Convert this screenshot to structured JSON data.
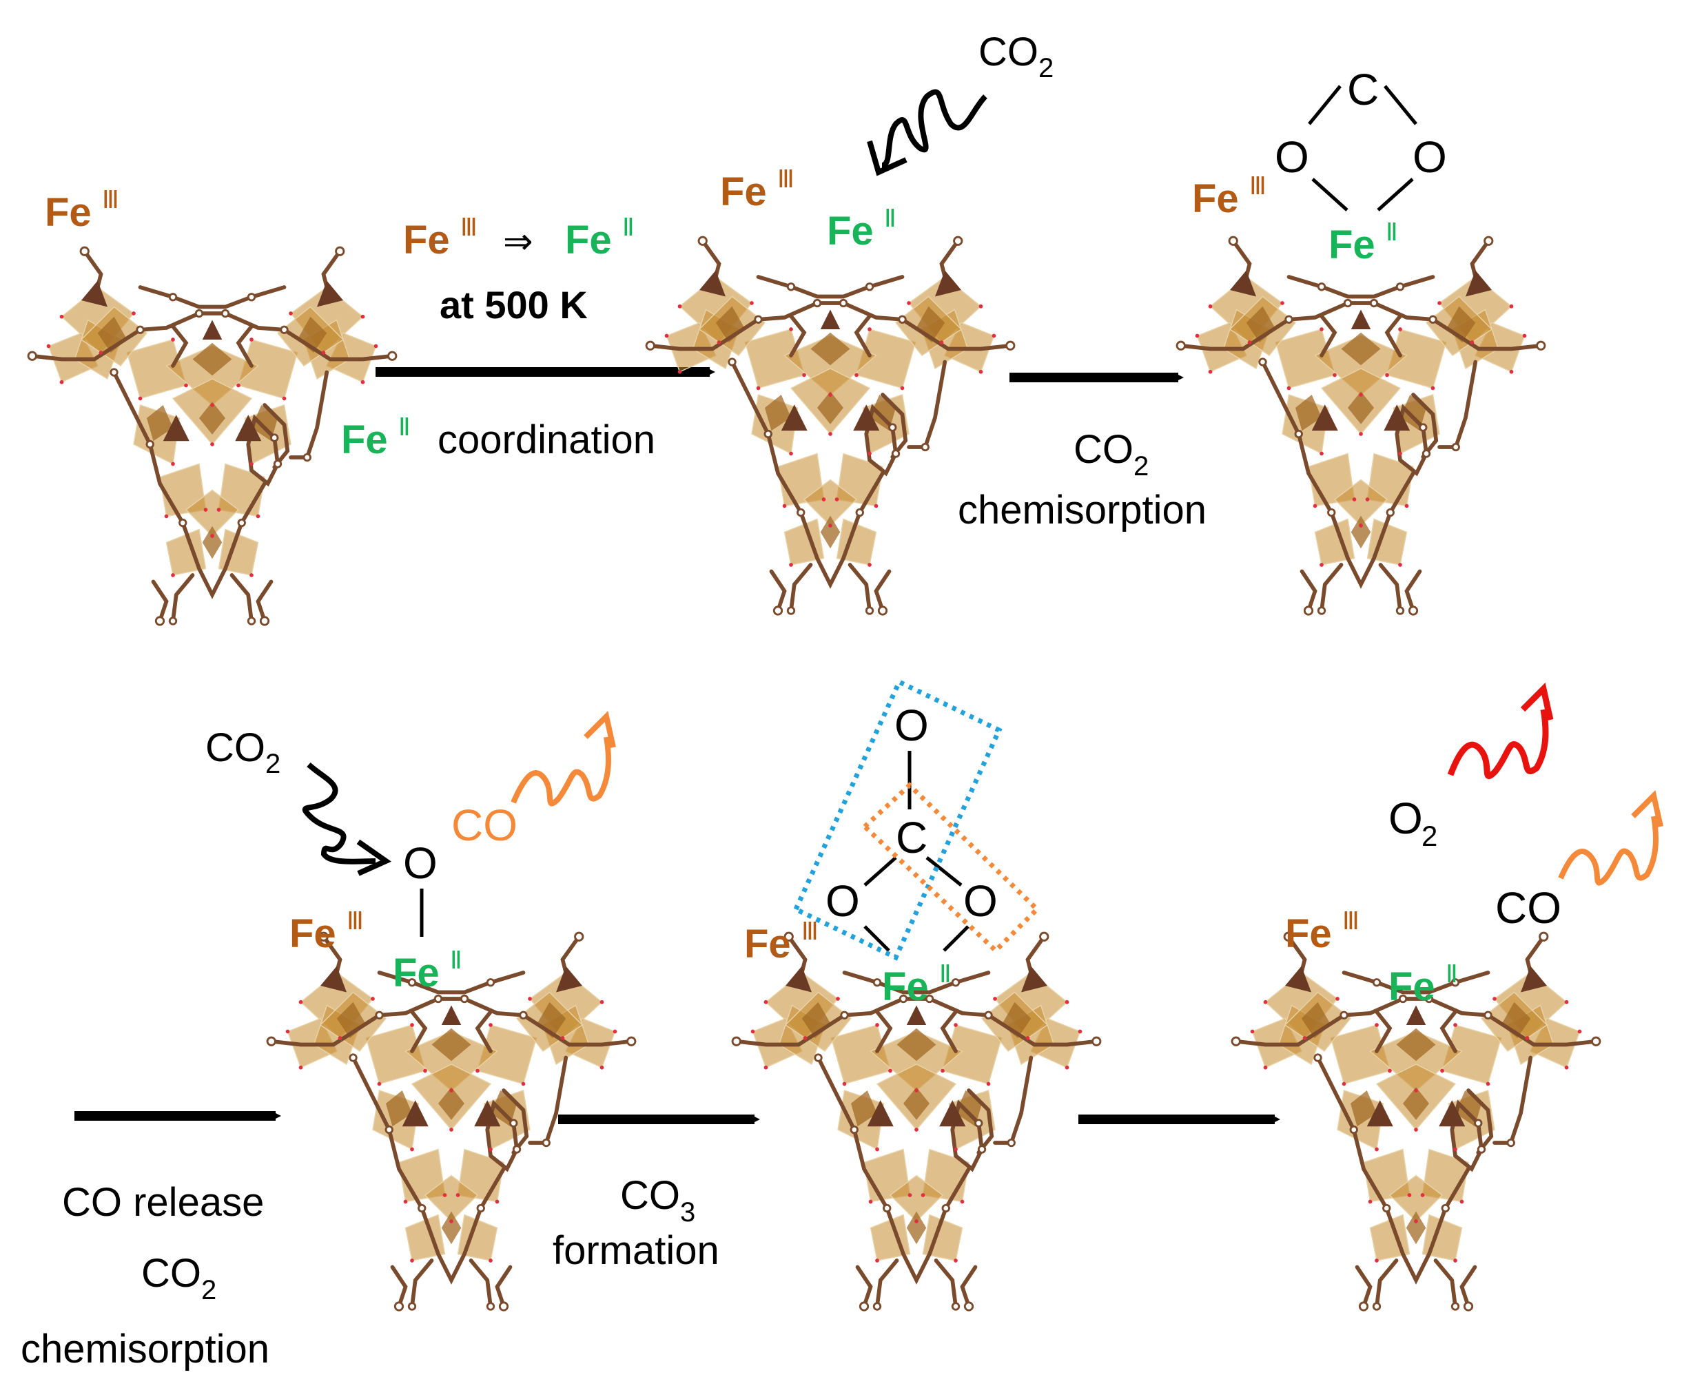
{
  "colors": {
    "fe3": "#b35a14",
    "fe2": "#18b45a",
    "black": "#000000",
    "co_release": "#f5893a",
    "o2_release": "#e8130f",
    "box_blue": "#22a2dc",
    "box_orange": "#f5893a",
    "mof_dark": "#7a4a2c",
    "mof_gold": "#c58a2e",
    "mof_red": "#e03040"
  },
  "labels": {
    "fe3": "Fe",
    "fe2": "Fe",
    "roman_3": "Ⅲ",
    "roman_2": "Ⅱ",
    "arrow_symbol": "⇒",
    "at_temp": "at 500 K",
    "coordination": "coordination",
    "co2_co": "CO",
    "co2_sub": "2",
    "chemisorption": "chemisorption",
    "co_release": "CO release",
    "co3_co": "CO",
    "co3_sub": "3",
    "formation": "formation",
    "co": "CO",
    "o2_o": "O",
    "o2_sub": "2",
    "atom_o": "O",
    "atom_c": "C"
  },
  "structures": [
    {
      "id": "mof-1",
      "name": "Fe-MOF cluster"
    },
    {
      "id": "mof-2",
      "name": "Fe-MOF cluster"
    },
    {
      "id": "mof-3",
      "name": "Fe-MOF cluster"
    },
    {
      "id": "mof-4",
      "name": "Fe-MOF cluster"
    },
    {
      "id": "mof-5",
      "name": "Fe-MOF cluster"
    },
    {
      "id": "mof-6",
      "name": "Fe-MOF cluster"
    }
  ]
}
